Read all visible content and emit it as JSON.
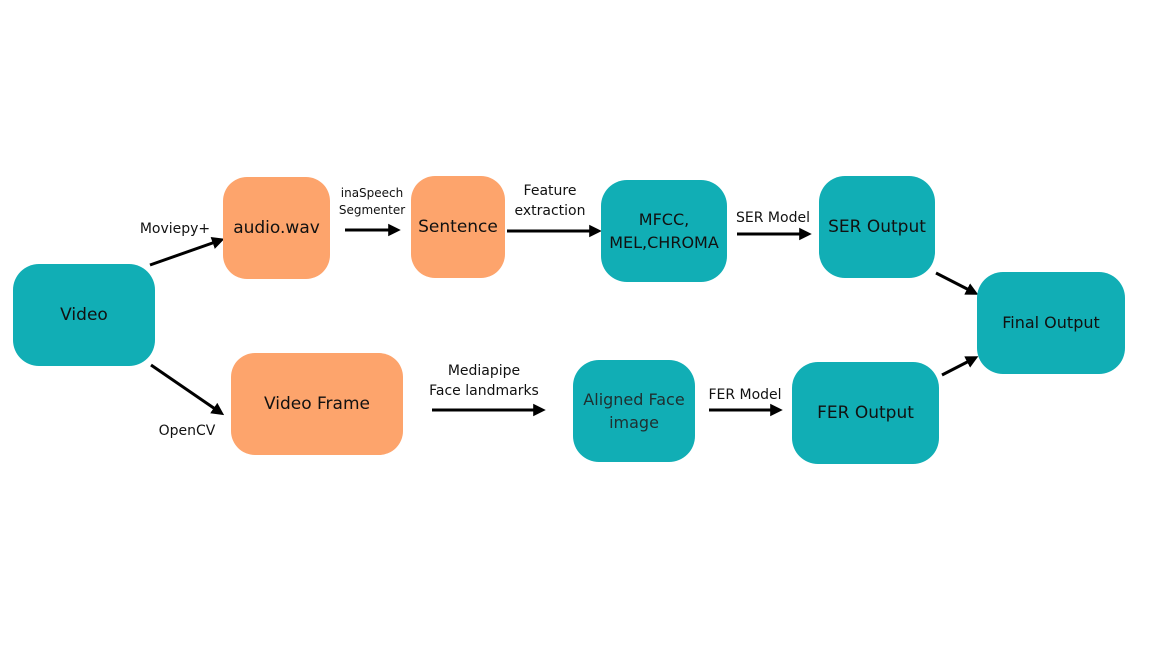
{
  "colors": {
    "teal": "#11aeb5",
    "orange": "#fda46c",
    "arrow": "#000000",
    "text": "#111111"
  },
  "nodes": {
    "video": "Video",
    "audio_wav": "audio.wav",
    "sentence": "Sentence",
    "mfcc_line1": "MFCC,",
    "mfcc_line2": "MEL,CHROMA",
    "ser_output": "SER Output",
    "final_output": "Final Output",
    "video_frame": "Video Frame",
    "aligned_line1": "Aligned Face",
    "aligned_line2": "image",
    "fer_output": "FER Output"
  },
  "edges": {
    "moviepy": "Moviepy+",
    "inaspeech_line1": "inaSpeech",
    "inaspeech_line2": "Segmenter",
    "feature_line1": "Feature",
    "feature_line2": "extraction",
    "ser_model": "SER Model",
    "opencv": "OpenCV",
    "mediapipe_line1": "Mediapipe",
    "mediapipe_line2": "Face landmarks",
    "fer_model": "FER Model"
  }
}
